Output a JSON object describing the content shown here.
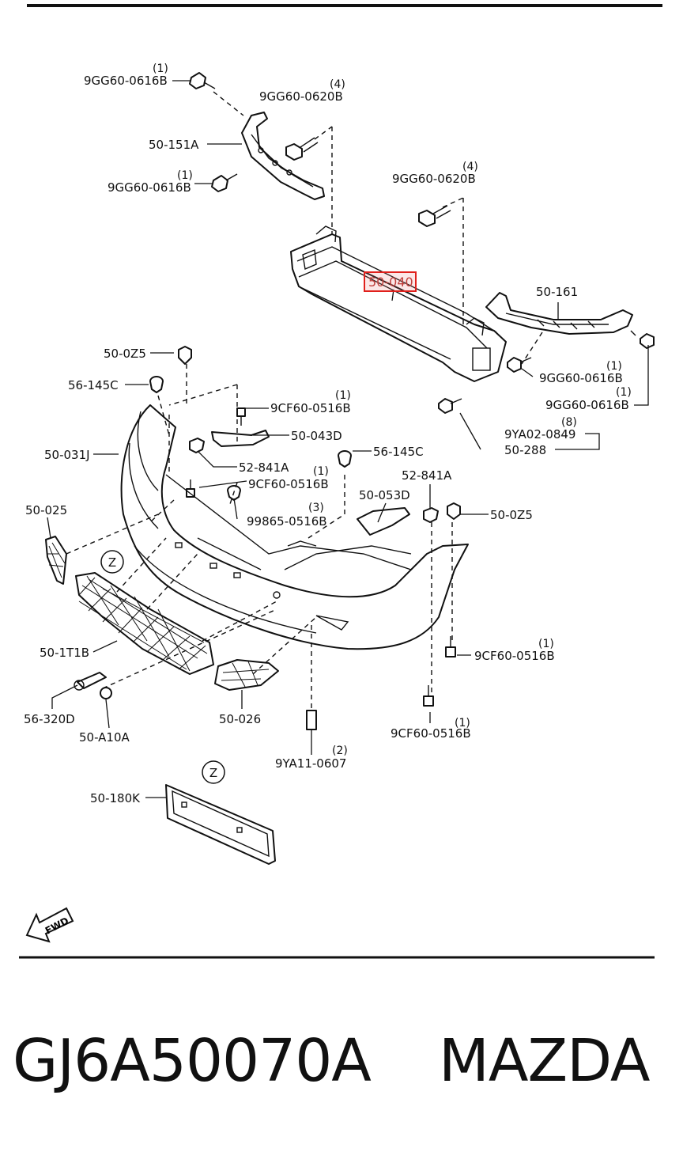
{
  "highlighted_part": "50-040",
  "callouts": [
    {
      "id": "c1",
      "code": "9GG60-0616B",
      "qty": "(1)"
    },
    {
      "id": "c2",
      "code": "9GG60-0620B",
      "qty": "(4)"
    },
    {
      "id": "c3",
      "code": "50-151A",
      "qty": ""
    },
    {
      "id": "c4",
      "code": "9GG60-0616B",
      "qty": "(1)"
    },
    {
      "id": "c5",
      "code": "9GG60-0620B",
      "qty": "(4)"
    },
    {
      "id": "c6",
      "code": "50-161",
      "qty": ""
    },
    {
      "id": "c7",
      "code": "9GG60-0616B",
      "qty": "(1)"
    },
    {
      "id": "c8",
      "code": "9GG60-0616B",
      "qty": "(1)"
    },
    {
      "id": "c9",
      "code": "9YA02-0849",
      "qty": "(8)"
    },
    {
      "id": "c10",
      "code": "50-288",
      "qty": ""
    },
    {
      "id": "c11",
      "code": "50-0Z5",
      "qty": ""
    },
    {
      "id": "c12",
      "code": "56-145C",
      "qty": ""
    },
    {
      "id": "c13",
      "code": "9CF60-0516B",
      "qty": "(1)"
    },
    {
      "id": "c14",
      "code": "50-043D",
      "qty": ""
    },
    {
      "id": "c15",
      "code": "50-031J",
      "qty": ""
    },
    {
      "id": "c16",
      "code": "52-841A",
      "qty": ""
    },
    {
      "id": "c17",
      "code": "56-145C",
      "qty": ""
    },
    {
      "id": "c18",
      "code": "9CF60-0516B",
      "qty": "(1)"
    },
    {
      "id": "c19",
      "code": "52-841A",
      "qty": ""
    },
    {
      "id": "c20",
      "code": "50-025",
      "qty": ""
    },
    {
      "id": "c21",
      "code": "99865-0516B",
      "qty": "(3)"
    },
    {
      "id": "c22",
      "code": "50-053D",
      "qty": ""
    },
    {
      "id": "c23",
      "code": "50-0Z5",
      "qty": ""
    },
    {
      "id": "c24",
      "code": "50-1T1B",
      "qty": ""
    },
    {
      "id": "c25",
      "code": "9CF60-0516B",
      "qty": "(1)"
    },
    {
      "id": "c26",
      "code": "56-320D",
      "qty": ""
    },
    {
      "id": "c27",
      "code": "50-026",
      "qty": ""
    },
    {
      "id": "c28",
      "code": "9CF60-0516B",
      "qty": "(1)"
    },
    {
      "id": "c29",
      "code": "50-A10A",
      "qty": ""
    },
    {
      "id": "c30",
      "code": "9YA11-0607",
      "qty": "(2)"
    },
    {
      "id": "c31",
      "code": "50-180K",
      "qty": ""
    }
  ],
  "markers": {
    "z1": "Z",
    "z2": "Z",
    "fwd": "FWD"
  },
  "footer": {
    "part_number": "GJ6A50070A",
    "brand": "MAZDA"
  }
}
